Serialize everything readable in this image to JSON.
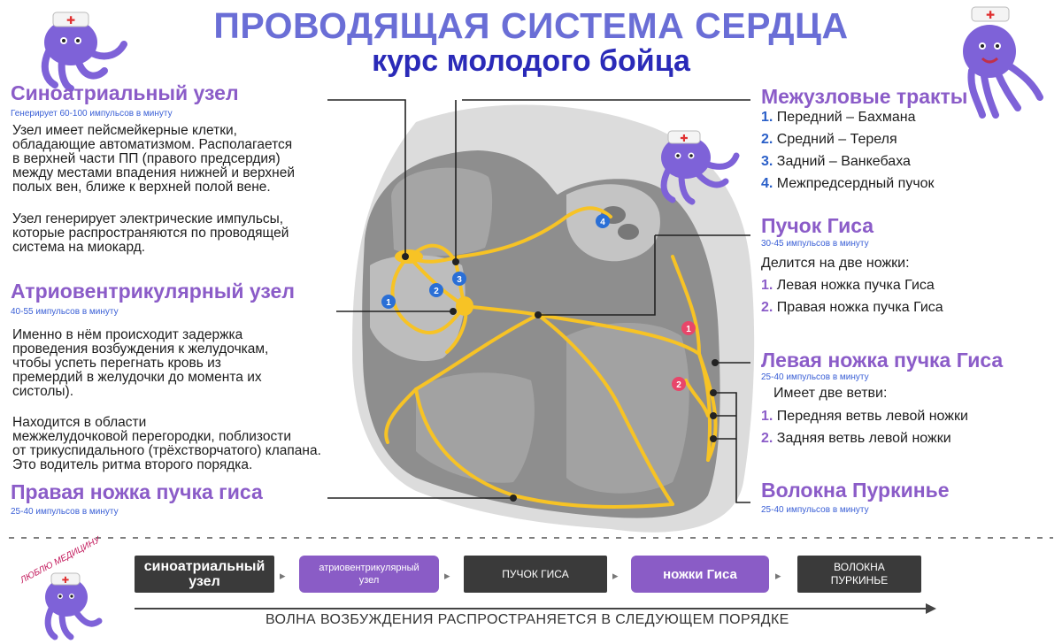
{
  "title": "ПРОВОДЯЩАЯ СИСТЕМА СЕРДЦА",
  "subtitle": "курс молодого бойца",
  "left": {
    "sa": {
      "heading": "Синоатриальный узел",
      "rate": "Генерирует 60-100 импульсов в минуту",
      "p1": "Узел имеет пейсмейкерные клетки,\nобладающие автоматизмом. Располагается\nв верхней части ПП (правого предсердия)\nмежду местами впадения нижней и верхней\nполых вен, ближе к верхней полой вене.",
      "p2": "Узел генерирует электрические импульсы,\nкоторые распространяются по проводящей\nсистема на миокард."
    },
    "av": {
      "heading": "Атриовентрикулярный узел",
      "rate": "40-55 импульсов в минуту",
      "p1": "Именно в нём происходит задержка\nпроведения возбуждения к желудочкам,\nчтобы успеть перегнать кровь из\nпремердий в желудочки до момента их\nсистолы).",
      "p2": "Находится в области\nмежжелудочковой перегородки, поблизости\nот трикуспидального (трёхстворчатого) клапана.\nЭто водитель ритма второго порядка."
    },
    "rbb": {
      "heading": "Правая ножка пучка гиса",
      "rate": "25-40 импульсов в минуту"
    }
  },
  "right": {
    "internodal": {
      "heading": "Межузловые тракты",
      "items": [
        {
          "num": "1.",
          "text": "Передний – Бахмана"
        },
        {
          "num": "2.",
          "text": "Средний – Тереля"
        },
        {
          "num": "3.",
          "text": "Задний – Ванкебаха"
        },
        {
          "num": "4.",
          "text": "Межпредсердный пучок"
        }
      ]
    },
    "his": {
      "heading": "Пучок Гиса",
      "rate": "30-45 импульсов в минуту",
      "lead": "Делится на две ножки:",
      "items": [
        {
          "num": "1.",
          "text": "Левая ножка пучка Гиса"
        },
        {
          "num": "2.",
          "text": "Правая ножка пучка Гиса"
        }
      ]
    },
    "lbb": {
      "heading": "Левая ножка пучка Гиса",
      "rate": "25-40 импульсов в минуту",
      "lead": "Имеет две ветви:",
      "items": [
        {
          "num": "1.",
          "text": "Передняя ветвь левой ножки"
        },
        {
          "num": "2.",
          "text": "Задняя ветвь левой ножки"
        }
      ]
    },
    "purkinje": {
      "heading": "Волокна Пуркинье",
      "rate": "25-40 импульсов в минуту"
    }
  },
  "badges": {
    "blue": [
      "1",
      "2",
      "3",
      "4"
    ],
    "red": [
      "1",
      "2"
    ]
  },
  "flow": {
    "steps": [
      {
        "line1": "синоатриальный",
        "line2": "узел"
      },
      {
        "line1": "атриовентрикулярный",
        "line2": "узел"
      },
      {
        "line1": "ПУЧОК ГИСА",
        "line2": ""
      },
      {
        "line1": "ножки Гиса",
        "line2": ""
      },
      {
        "line1": "ВОЛОКНА",
        "line2": "ПУРКИНЬЕ"
      }
    ],
    "caption": "ВОЛНА ВОЗБУЖДЕНИЯ РАСПРОСТРАНЯЕТСЯ В СЛЕДУЮЩЕМ ПОРЯДКЕ",
    "mascot_caption": "ЛЮБЛЮ МЕДИЦИНУ"
  },
  "colors": {
    "title": "#6a6ed6",
    "subtitle": "#2a2ab8",
    "heading": "#8b5cc8",
    "conduction": "#f7c325",
    "heart_outer": "#d8d8d8",
    "heart_inner": "#888888",
    "badge_blue": "#2a6fd6",
    "badge_red": "#e8466a",
    "mascot": "#7e62d8"
  }
}
